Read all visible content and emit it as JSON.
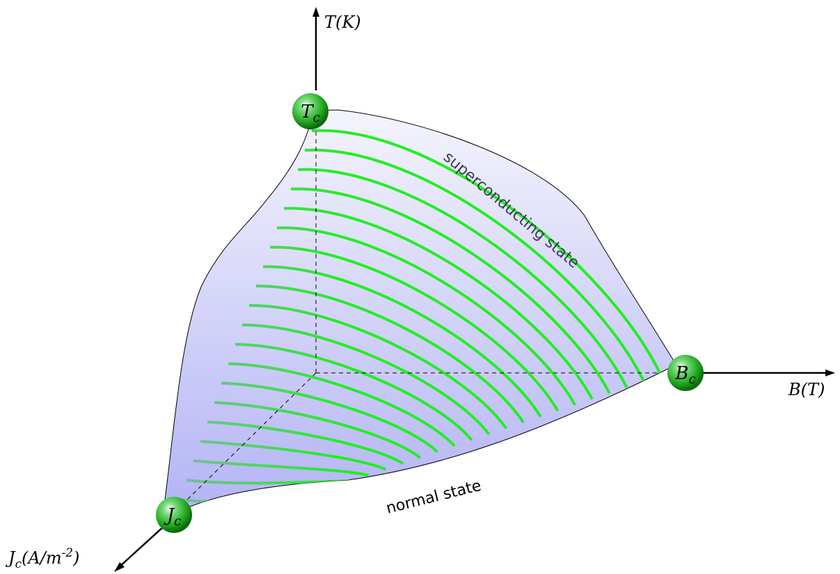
{
  "axes": {
    "temperature": "T(K)",
    "field": "B(T)",
    "current": "J_c(A/m^-2)"
  },
  "nodes": {
    "critical_temperature": "T_c",
    "critical_field": "B_c",
    "critical_current": "J_c"
  },
  "regions": {
    "superconducting": "superconducting state",
    "normal": "normal state"
  },
  "colors": {
    "surface_top": "#f4f4fd",
    "surface_bottom": "#b3b3f5",
    "contour_line": "#22ee22",
    "node_fill": "#22aa22"
  }
}
